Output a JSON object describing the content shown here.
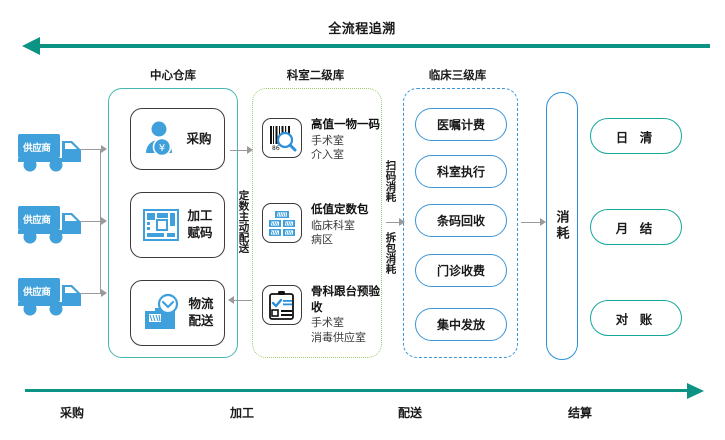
{
  "diagram": {
    "top_flow": {
      "label": "全流程追溯",
      "direction": "left",
      "color": "#0c9384"
    },
    "bottom_flow": {
      "direction": "right",
      "color": "#0c9384",
      "stages": [
        "采购",
        "加工",
        "配送",
        "结算"
      ]
    },
    "columns": [
      {
        "header": "中心仓库",
        "border_color": "#46b6b3",
        "border_style": "solid",
        "items": [
          {
            "label": "采购",
            "icon": "person-money-icon"
          },
          {
            "label": "加工\n赋码",
            "line1": "加工",
            "line2": "赋码",
            "icon": "circuit-board-icon"
          },
          {
            "label": "物流\n配送",
            "line1": "物流",
            "line2": "配送",
            "icon": "logistics-clock-icon"
          }
        ]
      },
      {
        "header": "科室二级库",
        "border_color": "#9ccb6a",
        "border_style": "dotted",
        "items": [
          {
            "title": "高值一物一码",
            "sub1": "手术室",
            "sub2": "介入室",
            "icon": "barcode-scan-icon"
          },
          {
            "title": "低值定数包",
            "sub1": "临床科室",
            "sub2": "病区",
            "icon": "boxes-icon"
          },
          {
            "title": "骨科跟台预验收",
            "sub1": "手术室",
            "sub2": "消毒供应室",
            "icon": "clipboard-check-icon"
          }
        ]
      },
      {
        "header": "临床三级库",
        "border_color": "#3d95d8",
        "border_style": "dashed",
        "items": [
          "医嘱计费",
          "科室执行",
          "条码回收",
          "门诊收费",
          "集中发放"
        ]
      }
    ],
    "suppliers": [
      {
        "label": "供应商",
        "icon": "truck-icon"
      },
      {
        "label": "供应商",
        "icon": "truck-icon"
      },
      {
        "label": "供应商",
        "icon": "truck-icon"
      }
    ],
    "annotations": {
      "between_1_2": "定数主动配送",
      "between_2_3_top": "扫码消耗",
      "between_2_3_bottom": "拆包消耗"
    },
    "consume_capsule": {
      "label": "消耗",
      "border_color": "#2b90da"
    },
    "settlement": {
      "border_color": "#14a89b",
      "items": [
        "日 清",
        "月 结",
        "对 账"
      ]
    }
  }
}
